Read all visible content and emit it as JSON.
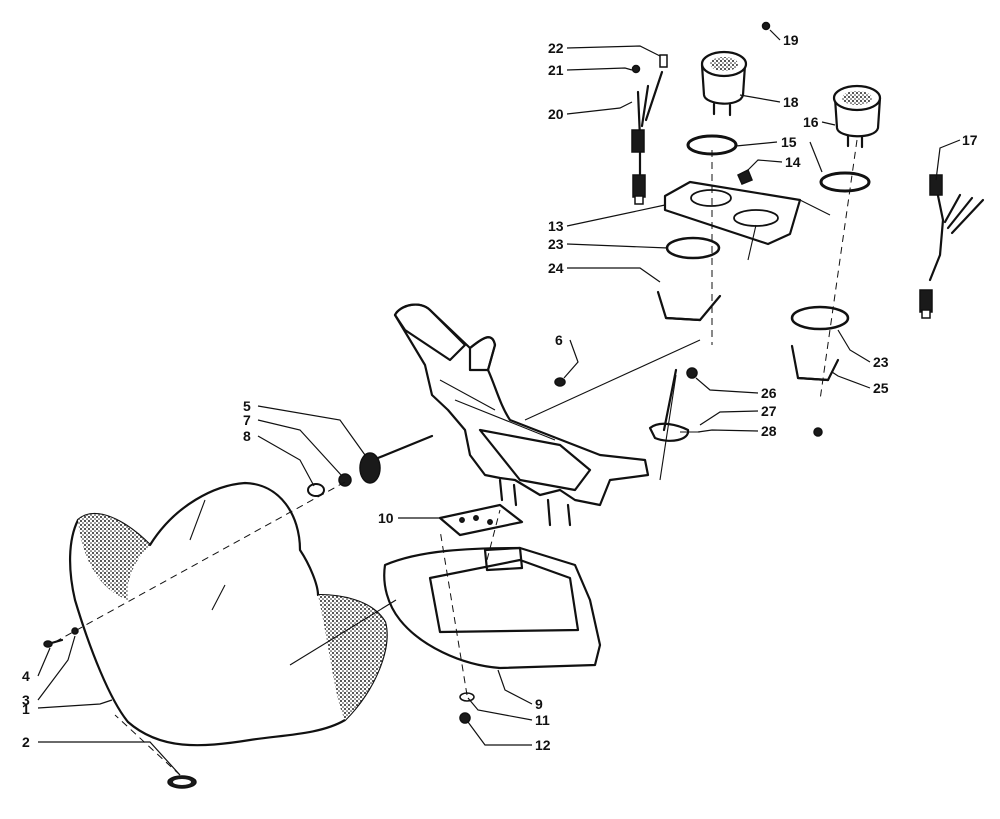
{
  "callouts": [
    "1",
    "2",
    "3",
    "4",
    "5",
    "6",
    "7",
    "8",
    "9",
    "10",
    "11",
    "12",
    "13",
    "14",
    "15",
    "16",
    "17",
    "18",
    "19",
    "20",
    "21",
    "22",
    "23",
    "23",
    "24",
    "25",
    "26",
    "27",
    "28"
  ]
}
